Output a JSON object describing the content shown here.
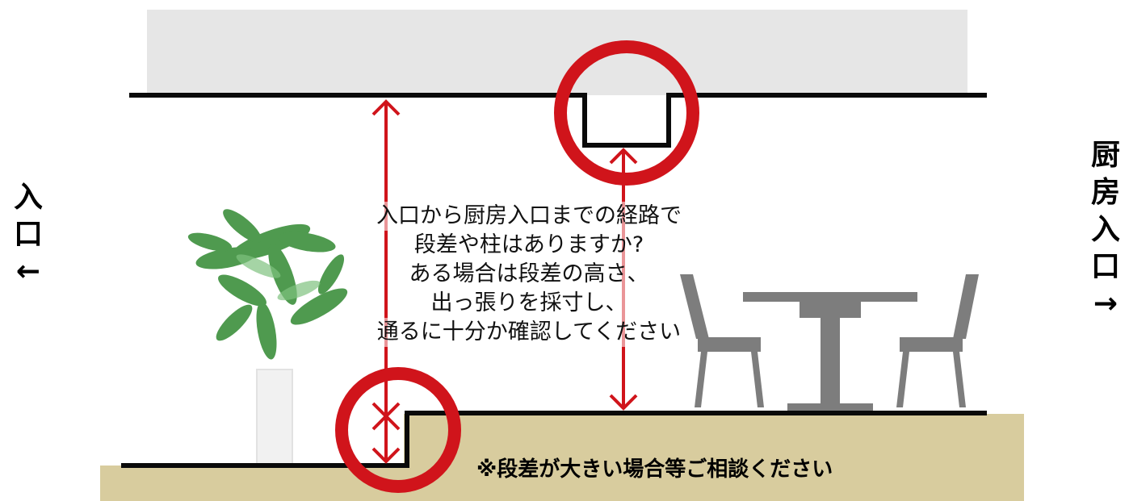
{
  "labels": {
    "entrance": [
      "入",
      "口",
      "←"
    ],
    "kitchen_entrance": [
      "厨",
      "房",
      "入",
      "口",
      "→"
    ]
  },
  "question_lines": [
    "入口から厨房入口までの経路で",
    "段差や柱はありますか?",
    "ある場合は段差の高さ、",
    "出っ張りを採寸し、",
    "通るに十分か確認してください"
  ],
  "note": "※段差が大きい場合等ご相談ください",
  "colors": {
    "highlight_red": "#d0141b",
    "ceiling_gray": "#e6e6e6",
    "floor_tan": "#d8cc9e",
    "line_black": "#0a0a0a",
    "plant_green": "#4f9a4f",
    "furniture_gray": "#7d7d7d"
  }
}
